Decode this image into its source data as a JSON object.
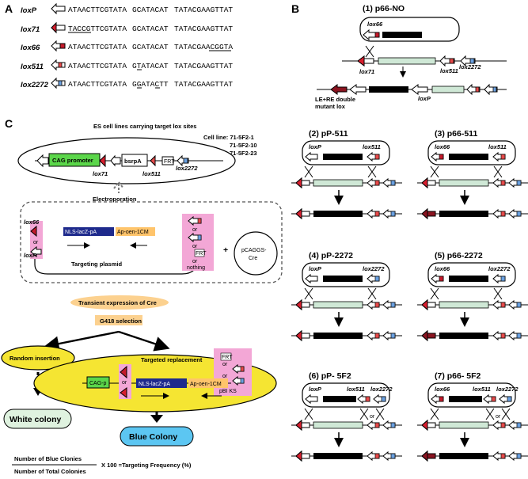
{
  "panelA": {
    "label": "A",
    "rows": [
      {
        "name": "loxP",
        "s1": "ATAACTTCGTATA",
        "s2": "GCATACAT",
        "s3": "TATACGAAGTTAT",
        "color": "#ffffff"
      },
      {
        "name": "lox71",
        "s1": "TACCGTTCGTATA",
        "s2": "GCATACAT",
        "s3": "TATACGAAGTTAT",
        "color": "#d81e2e"
      },
      {
        "name": "lox66",
        "s1": "ATAACTTCGTATA",
        "s2": "GCATACAT",
        "s3": "TATACGAACGGTA",
        "color": "#c41a2a"
      },
      {
        "name": "lox511",
        "s1": "ATAACTTCGTATA",
        "s2": "GTATACAT",
        "s3": "TATACGAAGTTAT",
        "color": "#e64a4a"
      },
      {
        "name": "lox2272",
        "s1": "ATAACTTCGTATA",
        "s2": "GGATACTT",
        "s3": "TATACGAAGTTAT",
        "color": "#6aa0e0"
      }
    ]
  },
  "panelB": {
    "label": "B",
    "p1": {
      "title": "(1)  p66-NO",
      "lox66": "lox66",
      "lox71": "lox71",
      "lox511": "lox511",
      "lox2272": "lox2272",
      "double1": "LE+RE double",
      "double2": "mutant lox",
      "loxP": "loxP"
    },
    "subpanels": [
      {
        "id": "p2",
        "title": "(2)  pP-511",
        "left": "loxP",
        "right": "lox511"
      },
      {
        "id": "p3",
        "title": "(3)  p66-511",
        "left": "lox66",
        "right": "lox511"
      },
      {
        "id": "p4",
        "title": "(4)  pP-2272",
        "left": "loxP",
        "right": "lox2272"
      },
      {
        "id": "p5",
        "title": "(5)  p66-2272",
        "left": "lox66",
        "right": "lox2272"
      },
      {
        "id": "p6",
        "title": "(6)  pP- 5F2",
        "left": "loxP",
        "mid": "lox511",
        "right": "lox2272",
        "or": "or"
      },
      {
        "id": "p7",
        "title": "(7)  p66- 5F2",
        "left": "lox66",
        "mid": "lox511",
        "right": "lox2272",
        "or": "or"
      }
    ]
  },
  "panelC": {
    "label": "C",
    "es_title": "ES cell lines carrying target lox sites",
    "cell_line_label": "Cell line: 71-5F2-1",
    "cell_line_2": "71-5F2-10",
    "cell_line_3": "71-5F2-23",
    "cag": "CAG promoter",
    "bsrpa": "bsrpA",
    "frt": "FRT",
    "lox71": "lox71",
    "lox511": "lox511",
    "lox2272": "lox2272",
    "electroporation": "Electroporation",
    "lox66": "lox66",
    "loxp": "loxP",
    "or": "or",
    "nls": "NLS-lacZ-pA",
    "apoen": "Ap-oen-1CM",
    "targeting_plasmid": "Targeting plasmid",
    "nothing": "nothing",
    "plus": "+",
    "pcaggs1": "pCAGGS-",
    "pcaggs2": "Cre",
    "transient": "Transient expression of Cre",
    "g418": "G418 selection",
    "random": "Random insertion",
    "targeted": "Targeted replacement",
    "cagp": "CAG-p",
    "pbiks": "pBI KS",
    "white": "White colony",
    "blue": "Blue Colony",
    "formula_num": "Number of Blue Clonies",
    "formula_den": "Number of Total Colonies",
    "formula_rest": "X 100  =Targeting Frequency (%)"
  }
}
